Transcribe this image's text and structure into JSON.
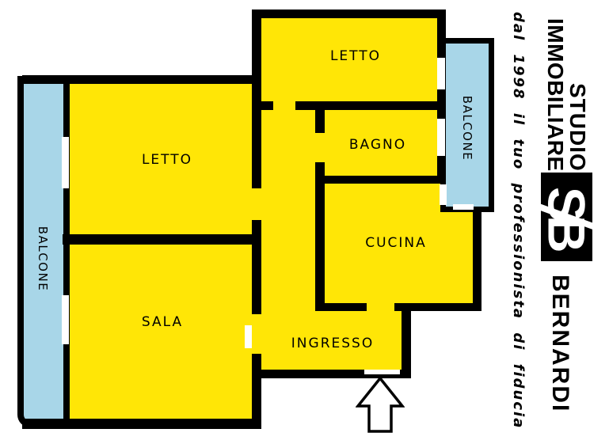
{
  "floorplan": {
    "colors": {
      "room_fill": "#FFE606",
      "balcony_fill": "#A8D6E8",
      "wall": "#000000",
      "opening": "#FFFFFF",
      "background": "#FFFFFF"
    },
    "rooms": [
      {
        "id": "letto-top",
        "label": "LETTO"
      },
      {
        "id": "bagno",
        "label": "BAGNO"
      },
      {
        "id": "cucina",
        "label": "CUCINA"
      },
      {
        "id": "letto-left",
        "label": "LETTO"
      },
      {
        "id": "sala",
        "label": "SALA"
      },
      {
        "id": "ingresso",
        "label": "INGRESSO"
      },
      {
        "id": "balcone-right",
        "label": "BALCONE"
      },
      {
        "id": "balcone-left",
        "label": "BALCONE"
      }
    ],
    "icons": {
      "entrance_arrow": "up-arrow"
    }
  },
  "branding": {
    "studio_line1": "STUDIO",
    "studio_line2": "IMMOBILIARE",
    "tagline": "dal 1998 il tuo professionista di fiducia",
    "monogram": "SB",
    "name": "BERNARDI",
    "text_color": "#000000"
  }
}
